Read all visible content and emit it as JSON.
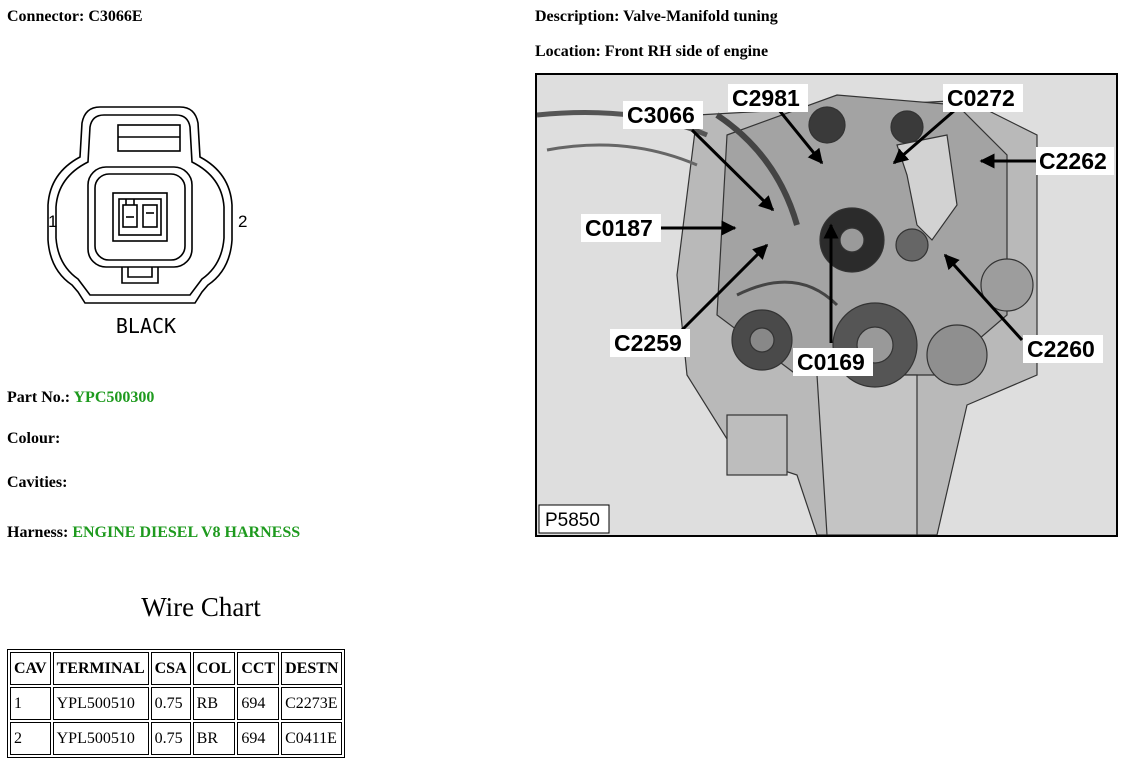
{
  "connector": {
    "label": "Connector:",
    "value": "C3066E"
  },
  "description": {
    "label": "Description:",
    "value": "Valve-Manifold tuning"
  },
  "location": {
    "label": "Location:",
    "value": "Front RH side of engine"
  },
  "diagram": {
    "pin_1": "1",
    "pin_2": "2",
    "color_text": "BLACK"
  },
  "part": {
    "label": "Part No.:",
    "value": "YPC500300"
  },
  "colour": {
    "label": "Colour:",
    "value": ""
  },
  "cavities": {
    "label": "Cavities:",
    "value": ""
  },
  "harness": {
    "label": "Harness:",
    "value": "ENGINE DIESEL V8 HARNESS"
  },
  "wire_chart": {
    "title": "Wire Chart",
    "headers": [
      "CAV",
      "TERMINAL",
      "CSA",
      "COL",
      "CCT",
      "DESTN"
    ],
    "rows": [
      [
        "1",
        "YPL500510",
        "0.75",
        "RB",
        "694",
        "C2273E"
      ],
      [
        "2",
        "YPL500510",
        "0.75",
        "BR",
        "694",
        "C0411E"
      ]
    ]
  },
  "photo": {
    "id": "P5850",
    "callouts": [
      "C3066",
      "C2981",
      "C0272",
      "C2262",
      "C0187",
      "C2259",
      "C0169",
      "C2260"
    ]
  }
}
